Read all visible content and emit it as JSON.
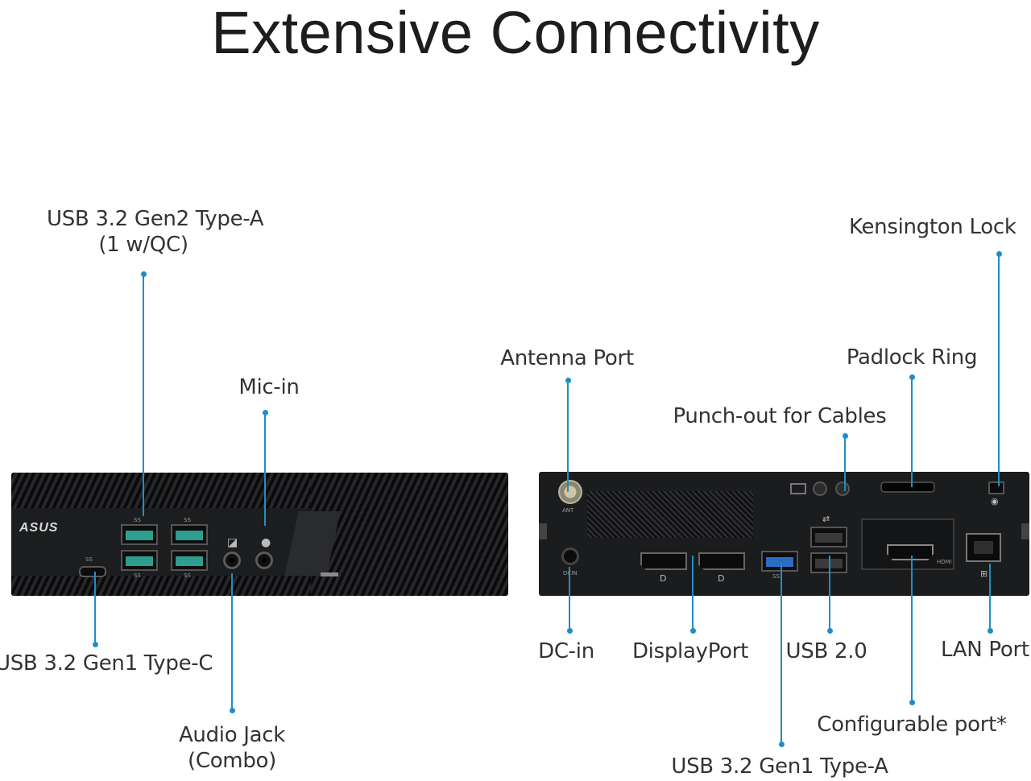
{
  "title": "Extensive Connectivity",
  "front_panel": {
    "logo": "ASUS",
    "labels": {
      "usb_gen2": [
        "USB 3.2 Gen2 Type-A",
        "(1 w/QC)"
      ],
      "mic_in": "Mic-in",
      "usb_typec": "USB 3.2 Gen1 Type-C",
      "audio_jack": [
        "Audio Jack",
        "(Combo)"
      ]
    }
  },
  "rear_panel": {
    "labels": {
      "antenna": "Antenna Port",
      "punch_out": "Punch-out for Cables",
      "padlock": "Padlock Ring",
      "kensington": "Kensington Lock",
      "dc_in": "DC-in",
      "displayport": "DisplayPort",
      "usb2": "USB 2.0",
      "lan": "LAN Port",
      "configurable": "Configurable port*",
      "usb_gen1_a": "USB 3.2 Gen1 Type-A"
    }
  },
  "colors": {
    "accent": "#1f8ec4",
    "device": "#1b1c1e"
  }
}
